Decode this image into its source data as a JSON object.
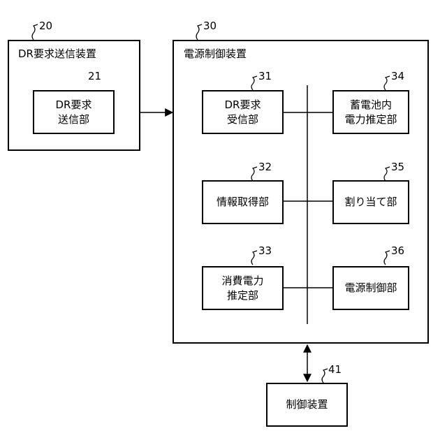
{
  "device_20": {
    "ref": "20",
    "title": "DR要求送信装置"
  },
  "unit_21": {
    "ref": "21",
    "label": "DR要求\n送信部"
  },
  "device_30": {
    "ref": "30",
    "title": "電源制御装置"
  },
  "unit_31": {
    "ref": "31",
    "label": "DR要求\n受信部"
  },
  "unit_32": {
    "ref": "32",
    "label": "情報取得部"
  },
  "unit_33": {
    "ref": "33",
    "label": "消費電力\n推定部"
  },
  "unit_34": {
    "ref": "34",
    "label": "蓄電池内\n電力推定部"
  },
  "unit_35": {
    "ref": "35",
    "label": "割り当て部"
  },
  "unit_36": {
    "ref": "36",
    "label": "電源制御部"
  },
  "device_41": {
    "ref": "41",
    "label": "制御装置"
  }
}
